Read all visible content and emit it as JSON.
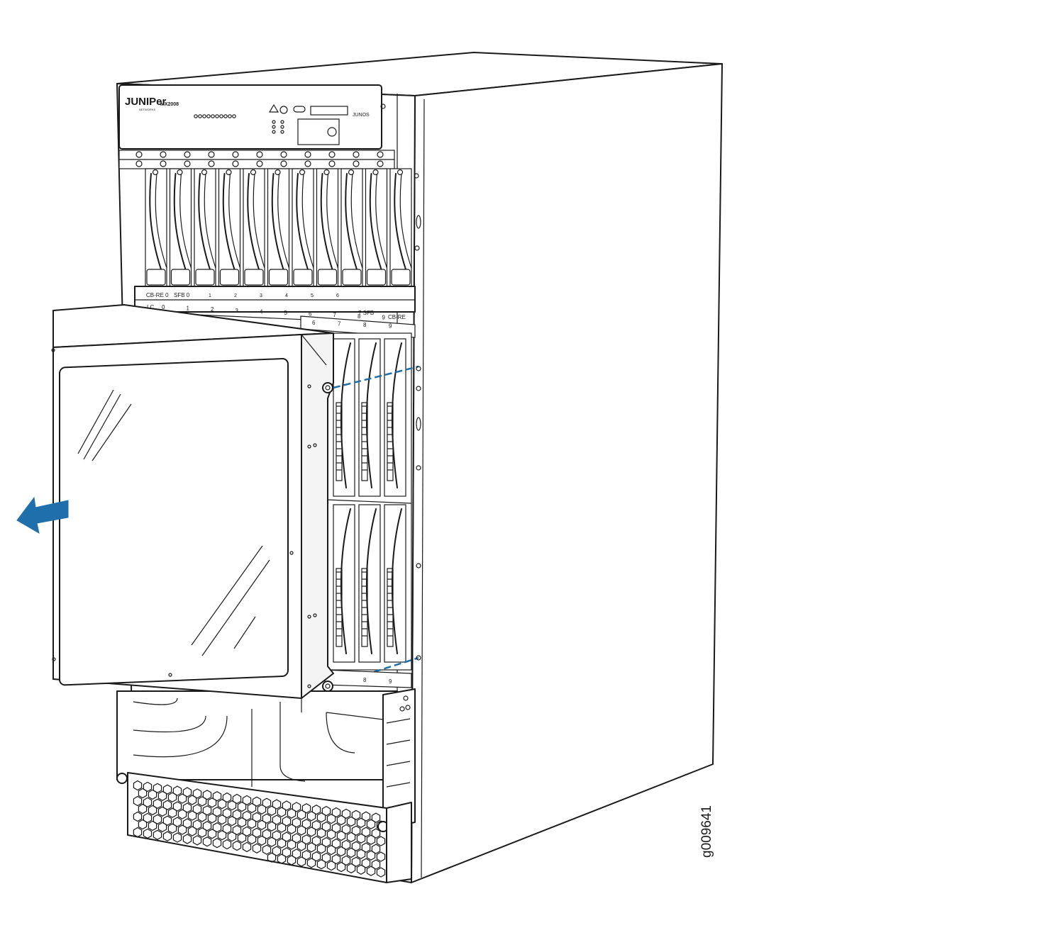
{
  "figure_id": "g009641",
  "chassis": {
    "brand": "JUNIPer",
    "brand_sub": "NETWORKS",
    "model": "MX2008",
    "os": "JUNOS",
    "top_slot_labels": {
      "cb_re": "CB-RE 0",
      "sfb": "SFB 0",
      "lc": "LC",
      "cb_re_right": "CB-RE",
      "sfb_right": "7 SFB"
    },
    "lc_numbers": [
      "0",
      "1",
      "2",
      "3",
      "4",
      "5",
      "6",
      "7",
      "8",
      "9"
    ],
    "sfb_numbers": [
      "1",
      "2",
      "3",
      "4",
      "5",
      "6"
    ],
    "bottom_numbers": [
      "8",
      "9"
    ]
  },
  "arrow": {
    "color": "#1f6fad",
    "direction": "left"
  },
  "colors": {
    "line": "#1a1a1a",
    "accent": "#1f6fad"
  }
}
